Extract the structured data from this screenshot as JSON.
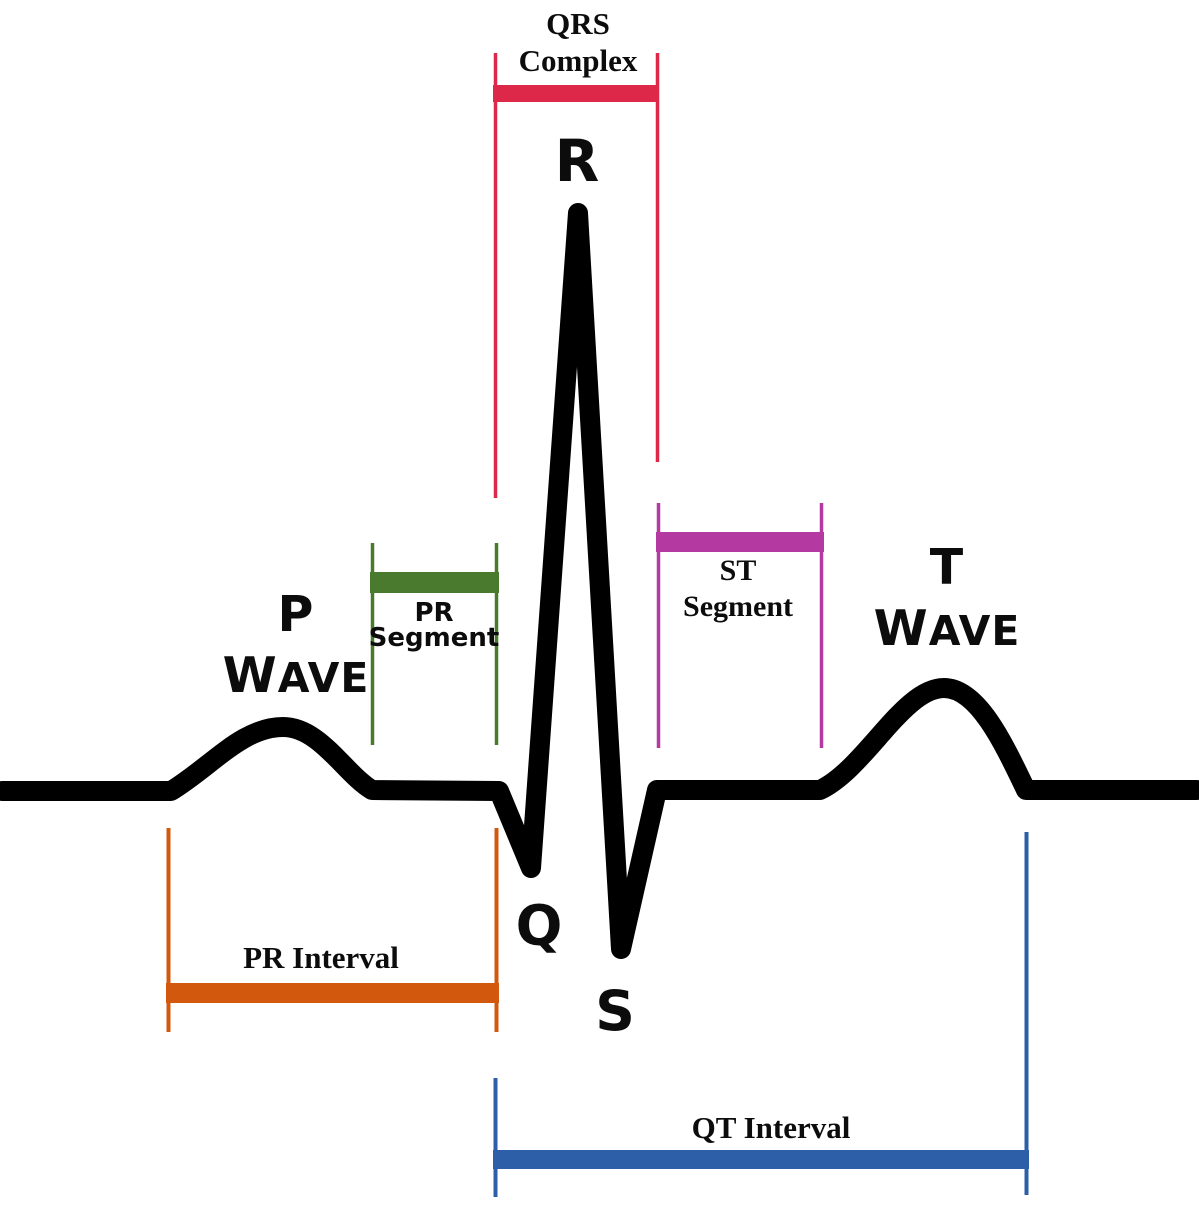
{
  "labels": {
    "qrs_complex": {
      "line1": "QRS",
      "line2": "Complex"
    },
    "r": "R",
    "q": "Q",
    "s": "S",
    "p_wave": {
      "line1": "P",
      "line2_initial": "W",
      "line2_rest": "AVE"
    },
    "t_wave": {
      "line1": "T",
      "line2_initial": "W",
      "line2_rest": "AVE"
    },
    "pr_segment": {
      "line1": "PR",
      "line2": "Segment"
    },
    "st_segment": {
      "line1": "ST",
      "line2": "Segment"
    },
    "pr_interval": "PR Interval",
    "qt_interval": "QT Interval"
  },
  "colors": {
    "waveform": "#000000",
    "qrs_bracket": "#dd2849",
    "pr_segment_bracket": "#4a7a2d",
    "st_segment_bracket": "#b43aa2",
    "pr_interval_bracket": "#d2580e",
    "qt_interval_bracket": "#2c5fa8",
    "text": "#0c0c0c",
    "background": "#ffffff"
  }
}
